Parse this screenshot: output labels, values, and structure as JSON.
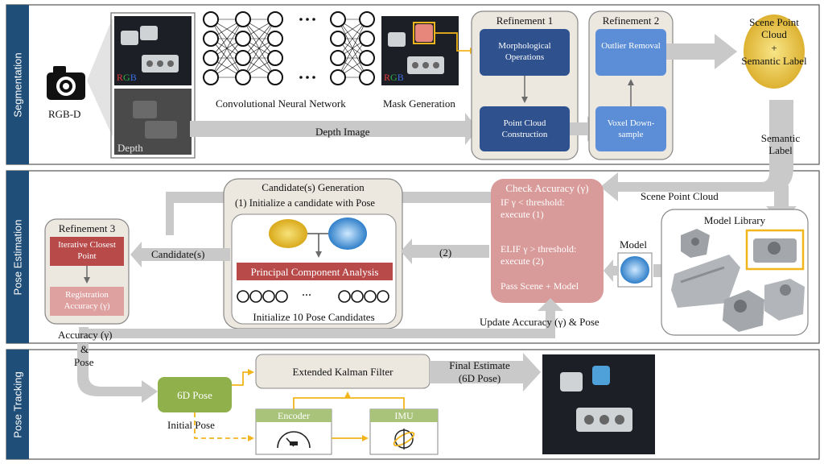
{
  "sections": {
    "segmentation": "Segmentation",
    "pose_estimation": "Pose Estimation",
    "pose_tracking": "Pose Tracking"
  },
  "segmentation": {
    "camera_label": "RGB-D",
    "rgb_tag": [
      "R",
      "G",
      "B"
    ],
    "depth_label": "Depth",
    "cnn_label": "Convolutional Neural Network",
    "mask_label": "Mask Generation",
    "depth_image_label": "Depth Image",
    "refinement1_title": "Refinement 1",
    "morph_ops": "Morphological Operations",
    "pc_construction": "Point Cloud Construction",
    "refinement2_title": "Refinement 2",
    "outlier_removal": "Outlier Removal",
    "voxel_downsample": "Voxel Down-sample",
    "scene_point_cloud": "Scene Point Cloud",
    "plus": "+",
    "semantic_label_top": "Semantic Label",
    "semantic_label_side": "Semantic Label"
  },
  "pose_estimation": {
    "scene_point_cloud": "Scene Point Cloud",
    "candidates_title": "Candidate(s) Generation",
    "init_candidate": "(1) Initialize a candidate with Pose",
    "pca": "Principal Component Analysis",
    "dots": "...",
    "init_10": "Initialize 10 Pose Candidates",
    "check_title": "Check Accuracy (γ)",
    "if_line": "IF γ < threshold:",
    "exec1": "execute (1)",
    "elif_line": "ELIF γ > threshold:",
    "exec2": "execute (2)",
    "pass": "Pass Scene + Model",
    "two": "(2)",
    "candidates": "Candidate(s)",
    "refinement3_title": "Refinement 3",
    "icp": "Iterative Closest Point",
    "reg_acc": "Registration Accuracy (γ)",
    "update_acc": "Update Accuracy (γ) & Pose",
    "model": "Model",
    "model_library": "Model Library",
    "accuracy": "Accuracy (γ)",
    "amp": "&",
    "pose": "Pose"
  },
  "pose_tracking": {
    "ekf": "Extended Kalman Filter",
    "pose6d": "6D Pose",
    "final_estimate": "Final Estimate",
    "final_6d": "(6D Pose)",
    "initial_pose": "Initial Pose",
    "encoder": "Encoder",
    "imu": "IMU"
  },
  "colors": {
    "section_bar": "#1f4e79",
    "arrow": "#c9c9c9",
    "blue_box": "#2f528f",
    "light_blue_box": "#5b8ed6",
    "red_box": "#b84a4a",
    "pink_box": "#dfa0a0",
    "green_box": "#8fb04a",
    "green_tag": "#a9c47a",
    "amber": "#f2b51c",
    "panel": "#ece8e0",
    "check_box": "#d99a9a"
  }
}
